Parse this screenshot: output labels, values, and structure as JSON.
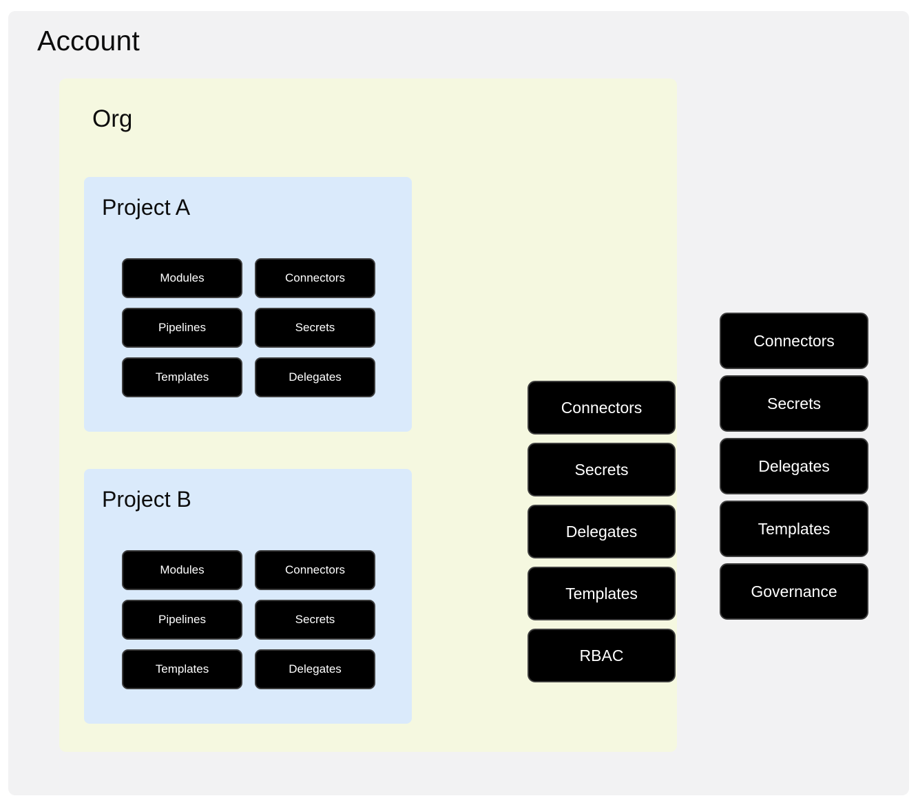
{
  "diagram": {
    "type": "nested-scope-hierarchy",
    "page_background": "#ffffff",
    "account": {
      "title": "Account",
      "background": "#f2f2f3",
      "scope_resources": [
        {
          "label": "Connectors"
        },
        {
          "label": "Secrets"
        },
        {
          "label": "Delegates"
        },
        {
          "label": "Templates"
        },
        {
          "label": "Governance"
        }
      ]
    },
    "org": {
      "title": "Org",
      "background": "#f5f8e0",
      "scope_resources": [
        {
          "label": "Connectors"
        },
        {
          "label": "Secrets"
        },
        {
          "label": "Delegates"
        },
        {
          "label": "Templates"
        },
        {
          "label": "RBAC"
        }
      ]
    },
    "projects": [
      {
        "title": "Project A",
        "background": "#daeafb",
        "resources": [
          {
            "label": "Modules"
          },
          {
            "label": "Connectors"
          },
          {
            "label": "Pipelines"
          },
          {
            "label": "Secrets"
          },
          {
            "label": "Templates"
          },
          {
            "label": "Delegates"
          }
        ]
      },
      {
        "title": "Project B",
        "background": "#daeafb",
        "resources": [
          {
            "label": "Modules"
          },
          {
            "label": "Connectors"
          },
          {
            "label": "Pipelines"
          },
          {
            "label": "Secrets"
          },
          {
            "label": "Templates"
          },
          {
            "label": "Delegates"
          }
        ]
      }
    ],
    "chip_colors": {
      "fill": "#000000",
      "text": "#ffffff",
      "border": "#3c3c3c"
    }
  }
}
